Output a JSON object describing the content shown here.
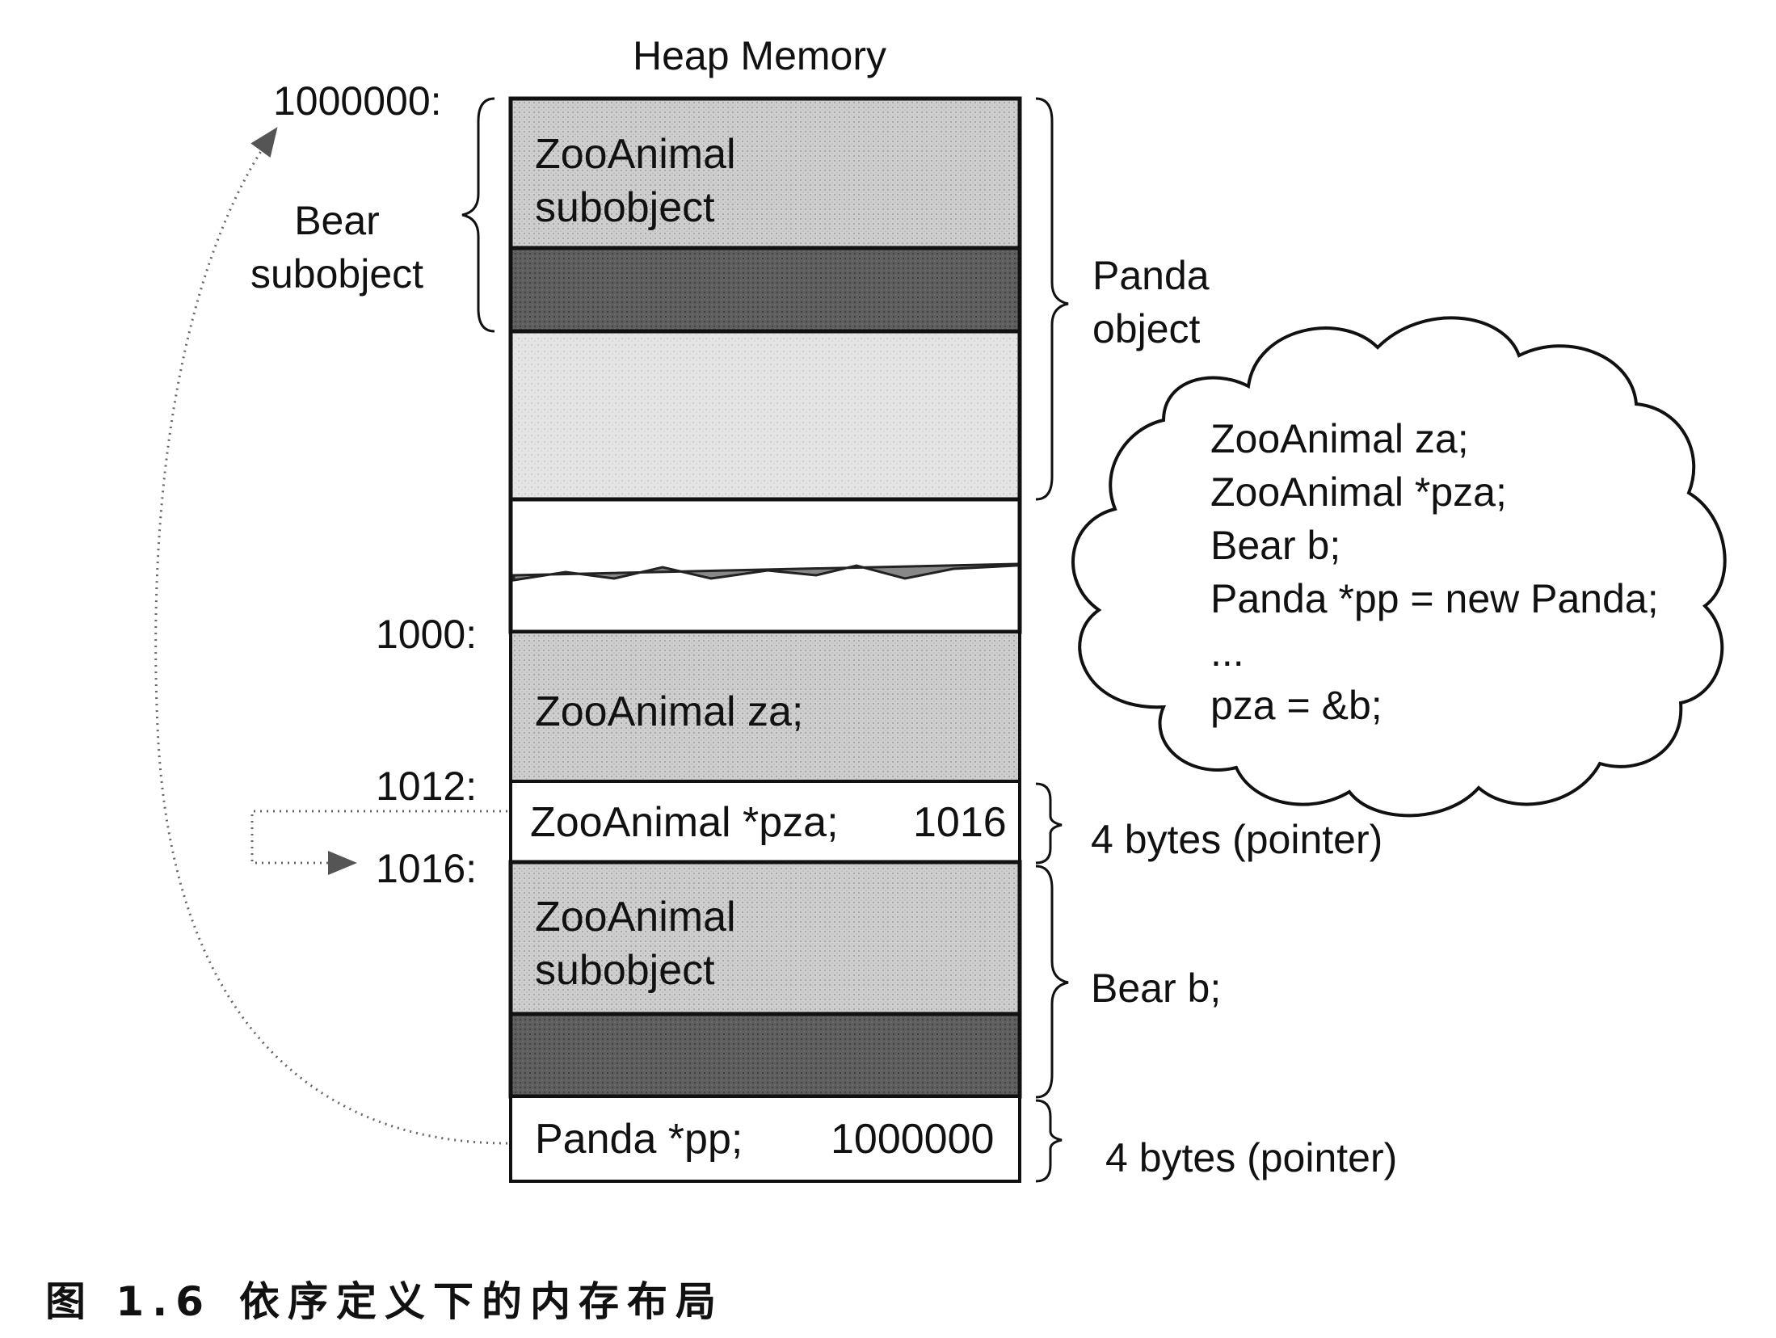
{
  "title": "Heap Memory",
  "addresses": {
    "a1000000": "1000000:",
    "a1000": "1000:",
    "a1012": "1012:",
    "a1016": "1016:"
  },
  "blocks": {
    "panda_zoo": "ZooAnimal\nsubobject",
    "za": "ZooAnimal za;",
    "pza_label": "ZooAnimal *pza;",
    "pza_value": "1016",
    "bear_zoo": "ZooAnimal\nsubobject",
    "pp_label": "Panda *pp;",
    "pp_value": "1000000"
  },
  "left_labels": {
    "bear_subobject": "Bear\nsubobject"
  },
  "right_labels": {
    "panda_object": "Panda\nobject",
    "pza_bytes": "4 bytes (pointer)",
    "bear_b": "Bear b;",
    "pp_bytes": "4 bytes (pointer)"
  },
  "code_cloud": [
    "ZooAnimal za;",
    "ZooAnimal *pza;",
    "Bear b;",
    "Panda *pp = new Panda;",
    "...",
    "pza = &b;"
  ],
  "caption": {
    "figure": "图 1.6",
    "text": "依序定义下的内存布局"
  },
  "colors": {
    "light_block": "#d2d2d2",
    "dark_block": "#5a5a5a",
    "pale_block": "#e6e6e6",
    "white_block": "#ffffff"
  }
}
